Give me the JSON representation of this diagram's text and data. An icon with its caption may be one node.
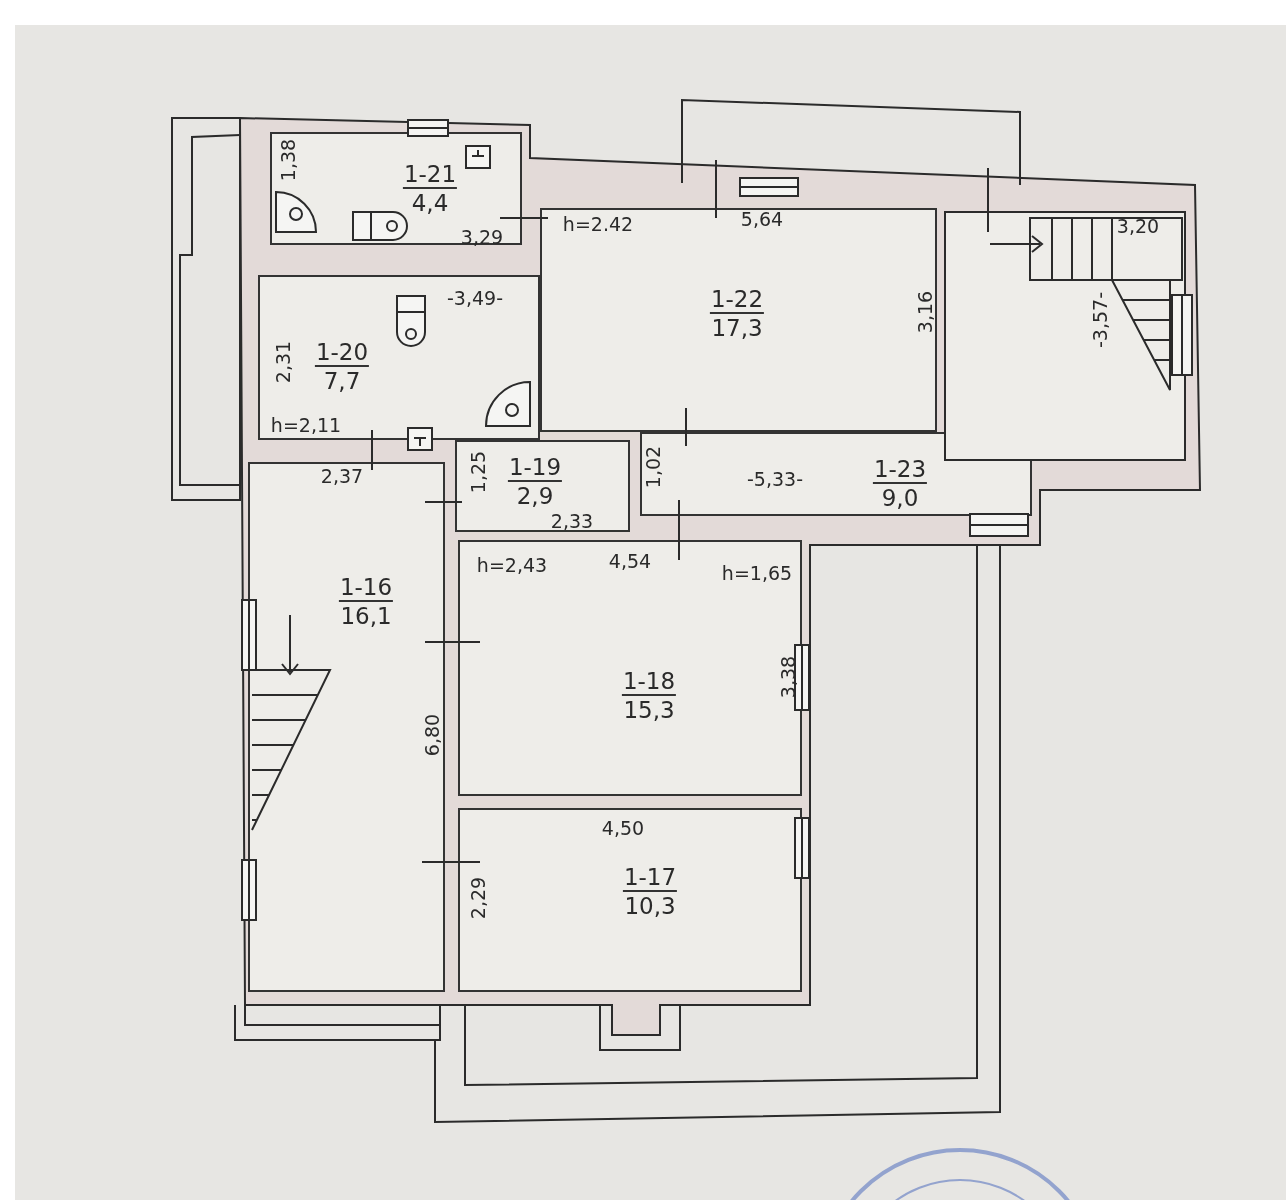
{
  "diagram": {
    "nodes": [
      {
        "text": [
          "1-21",
          "4,4"
        ]
      },
      {
        "text": [
          "1-22",
          "17,3"
        ]
      },
      {
        "text": [
          "1-20",
          "7,7"
        ]
      },
      {
        "text": [
          "1-19",
          "2,9"
        ]
      },
      {
        "text": [
          "1-23",
          "9,0"
        ]
      },
      {
        "text": [
          "1-16",
          "16,1"
        ]
      },
      {
        "text": [
          "1-18",
          "15,3"
        ]
      },
      {
        "text": [
          "1-17",
          "10,3"
        ]
      }
    ],
    "labels": [
      "1,38",
      "h=2.42",
      "3,29",
      "5,64",
      "3,20",
      "-3,49-",
      "3,16",
      "-3,57-",
      "2,31",
      "h=2,11",
      "1,25",
      "1,02",
      "-5,33-",
      "2,37",
      "2,33",
      "h=2,43",
      "4,54",
      "h=1,65",
      "3,38",
      "6,80",
      "4,50",
      "2,29"
    ]
  }
}
